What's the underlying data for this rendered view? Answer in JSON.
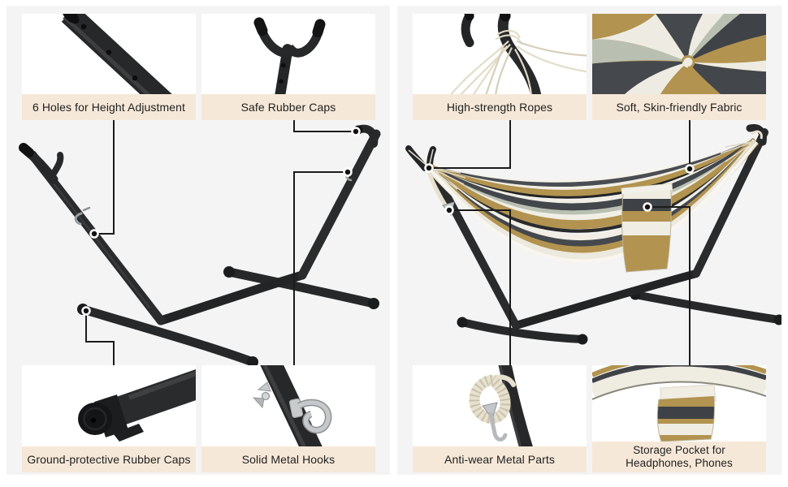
{
  "left_panel": {
    "title": "hammock-stand-features",
    "cards": [
      {
        "id": "six-holes",
        "label": "6 Holes for Height Adjustment"
      },
      {
        "id": "safe-rubber-caps",
        "label": "Safe Rubber Caps"
      },
      {
        "id": "ground-protective-rubber-caps",
        "label": "Ground-protective Rubber Caps"
      },
      {
        "id": "solid-metal-hooks",
        "label": "Solid Metal Hooks"
      }
    ]
  },
  "right_panel": {
    "title": "hammock-features",
    "cards": [
      {
        "id": "high-strength-ropes",
        "label": "High-strength Ropes"
      },
      {
        "id": "soft-fabric",
        "label": "Soft, Skin-friendly Fabric"
      },
      {
        "id": "anti-wear-metal-parts",
        "label": "Anti-wear Metal Parts"
      },
      {
        "id": "storage-pocket",
        "label_line1": "Storage Pocket for",
        "label_line2": "Headphones, Phones"
      }
    ]
  },
  "colors": {
    "page_bg": "#ffffff",
    "panel_bg": "#f4f4f4",
    "card_bg": "#ffffff",
    "label_bg": "#f6e8d8",
    "label_text": "#1f1f1f",
    "callout_line": "#1b1b1b",
    "frame_black": "#27282a",
    "rope_cream": "#e6e0cd",
    "metal_silver": "#c6cacc",
    "fabric_khaki": "#b2934f",
    "fabric_charcoal": "#43464b",
    "fabric_white": "#eeece2",
    "fabric_sage": "#b9c0b2"
  }
}
